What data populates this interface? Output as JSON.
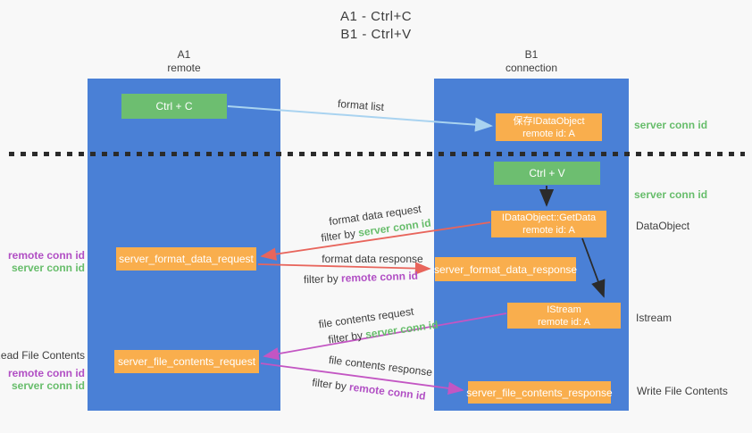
{
  "title": {
    "line1": "A1 - Ctrl+C",
    "line2": "B1 - Ctrl+V"
  },
  "lanes": {
    "left": {
      "title": "A1",
      "subtitle": "remote"
    },
    "right": {
      "title": "B1",
      "subtitle": "connection"
    }
  },
  "nodes": {
    "ctrl_c": {
      "label": "Ctrl + C"
    },
    "save_idataobject": {
      "line1": "保存IDataObject",
      "line2": "remote id: A"
    },
    "ctrl_v": {
      "label": "Ctrl + V"
    },
    "getdata": {
      "line1": "IDataObject::GetData",
      "line2": "remote id: A"
    },
    "format_request": {
      "label": "server_format_data_request"
    },
    "format_response": {
      "label": "server_format_data_response"
    },
    "istream": {
      "line1": "IStream",
      "line2": "remote id: A"
    },
    "file_request": {
      "label": "server_file_contents_request"
    },
    "file_response": {
      "label": "server_file_contents_response"
    }
  },
  "arrow_labels": {
    "format_list": "format list",
    "format_data_request": "format data request",
    "format_data_response": "format data response",
    "file_contents_request": "file contents request",
    "file_contents_response": "file contents response",
    "filter_by": "filter by ",
    "server_conn_id": "server conn id",
    "remote_conn_id": "remote conn id"
  },
  "side_labels": {
    "right_server_conn_id_1": "server conn id",
    "right_server_conn_id_2": "server conn id",
    "right_dataobject": "DataObject",
    "right_istream": "Istream",
    "right_write_file_contents": "Write File Contents",
    "left_remote_conn_id_1": "remote conn id",
    "left_server_conn_id_1": "server conn id",
    "left_read_file_contents": "Read File Contents",
    "left_remote_conn_id_2": "remote conn id",
    "left_server_conn_id_2": "server conn id"
  },
  "colors": {
    "lane_blue": "#4a80d6",
    "node_green": "#6dbe70",
    "node_orange": "#f9ae4d",
    "arrow_light_blue": "#a9d3f0",
    "arrow_black": "#2b2b2b",
    "arrow_red": "#e8655c",
    "arrow_magenta": "#c356c3",
    "text_green": "#67bd6b",
    "text_purple": "#b14fc4",
    "background": "#f8f8f8"
  }
}
